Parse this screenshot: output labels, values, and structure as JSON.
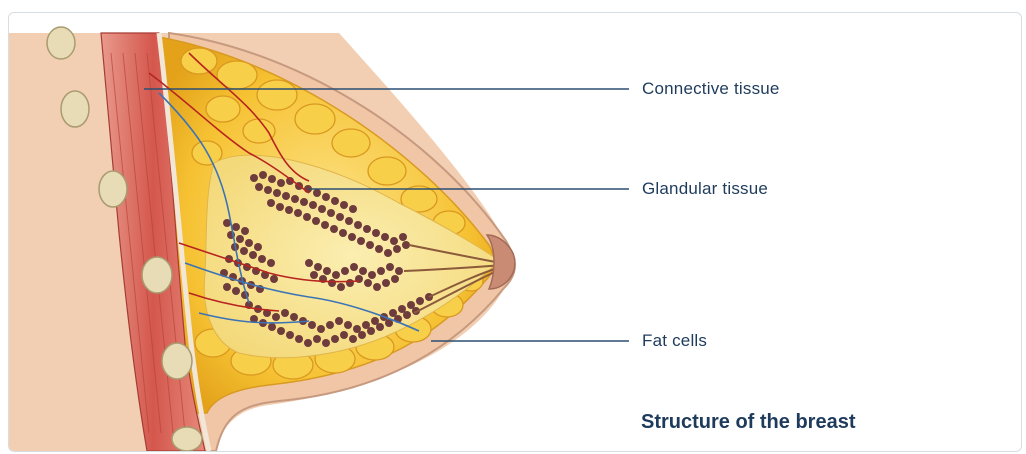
{
  "diagram": {
    "title": "Structure of the breast",
    "labels": {
      "connective": "Connective tissue",
      "glandular": "Glandular tissue",
      "fat": "Fat cells"
    },
    "colors": {
      "line": "#2b4f73",
      "skin": "#f3d0b4",
      "fat": "#f4c12b",
      "gland": "#6b3a3a",
      "muscle": "#d8665c",
      "vessel_red": "#b8241f",
      "vessel_blue": "#3c73b5"
    }
  }
}
